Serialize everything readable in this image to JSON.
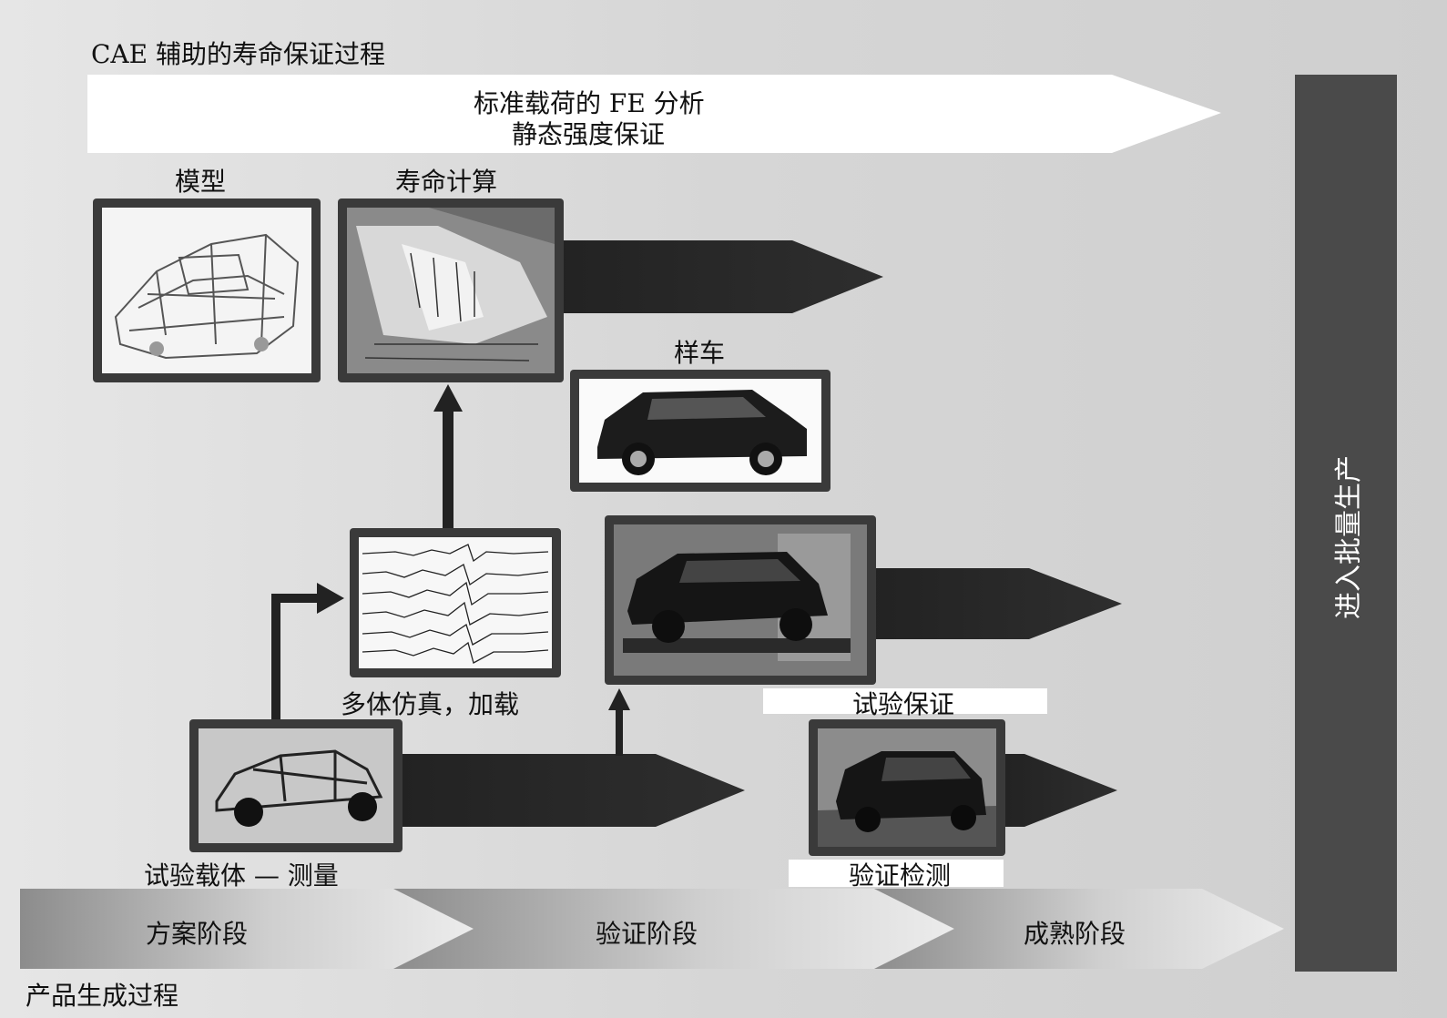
{
  "diagram": {
    "title": "CAE 辅助的寿命保证过程",
    "fe_banner": {
      "line1": "标准载荷的 FE 分析",
      "line2": "静态强度保证"
    },
    "mass_production": "进入批量生产",
    "boxes": {
      "model": "模型",
      "life_calc": "寿命计算",
      "prototype": "样车",
      "multibody": "多体仿真，加载",
      "rig_test": "试验保证",
      "test_carrier": "试验载体 — 测量",
      "field_test": "验证检测"
    },
    "phases": [
      "方案阶段",
      "验证阶段",
      "成熟阶段"
    ],
    "process_label": "产品生成过程"
  }
}
